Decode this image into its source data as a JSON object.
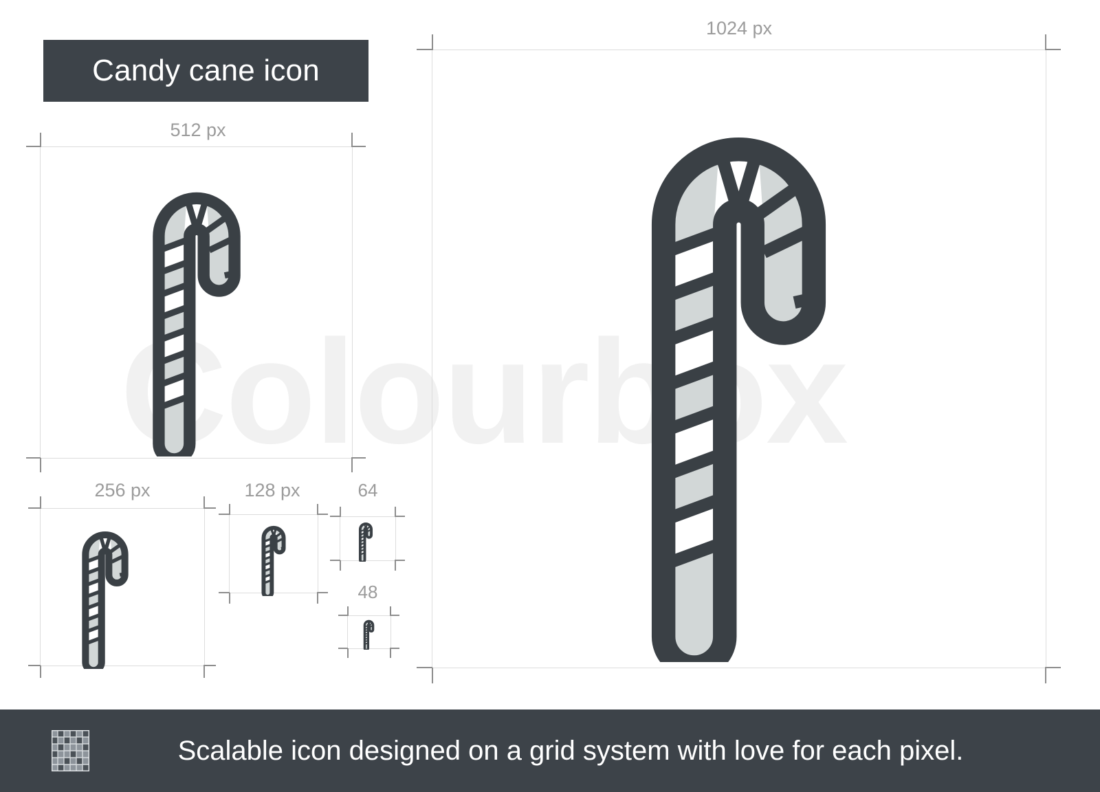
{
  "page": {
    "background": "#ffffff",
    "banner_color": "#3d4349",
    "icon_stroke_color": "#3a4045",
    "icon_fill_color": "#d2d7d7",
    "guide_color": "#dcdcdc",
    "label_color": "#9b9b9b",
    "watermark_color": "#f1f1f1"
  },
  "title": {
    "text": "Candy cane icon"
  },
  "watermark": {
    "text": "Colourbox"
  },
  "footer": {
    "text": "Scalable icon designed on a grid system with love for each pixel.",
    "icon_name": "pixel-grid-icon"
  },
  "sizes": [
    {
      "id": "size-1024",
      "label": "1024 px",
      "icon_name": "candy-cane-icon-1024"
    },
    {
      "id": "size-512",
      "label": "512 px",
      "icon_name": "candy-cane-icon-512"
    },
    {
      "id": "size-256",
      "label": "256 px",
      "icon_name": "candy-cane-icon-256"
    },
    {
      "id": "size-128",
      "label": "128 px",
      "icon_name": "candy-cane-icon-128"
    },
    {
      "id": "size-64",
      "label": "64",
      "icon_name": "candy-cane-icon-64"
    },
    {
      "id": "size-48",
      "label": "48",
      "icon_name": "candy-cane-icon-48"
    }
  ]
}
